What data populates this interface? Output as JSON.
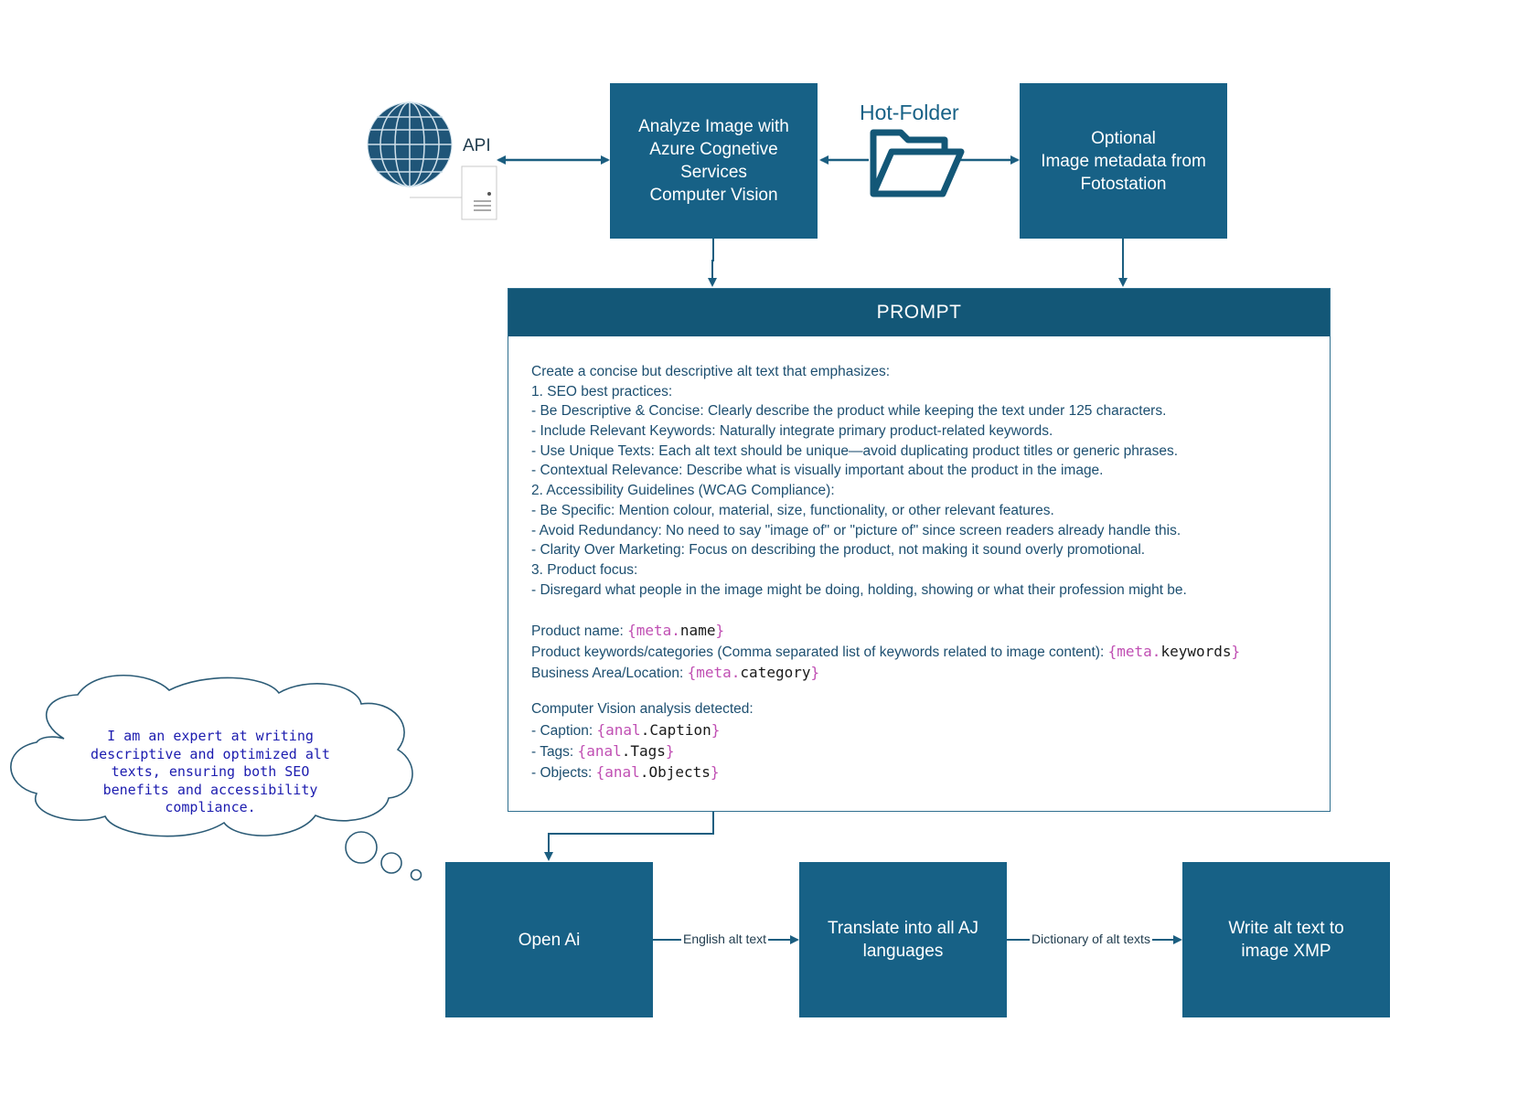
{
  "nodes": {
    "api_label": "API",
    "analyze": [
      "Analyze Image with",
      "Azure Cognetive Services",
      "Computer Vision"
    ],
    "hot_folder": "Hot-Folder",
    "optional": [
      "Optional",
      "Image metadata from",
      "Fotostation"
    ],
    "open_ai": [
      "Open Ai"
    ],
    "translate": [
      "Translate into all AJ",
      "languages"
    ],
    "write_xmp": [
      "Write alt text to",
      "image XMP"
    ]
  },
  "edges": {
    "english_alt_text": "English alt text",
    "dictionary_alt_texts": "Dictionary of alt texts"
  },
  "prompt": {
    "title": "PROMPT",
    "lines": [
      "Create a concise but descriptive alt text that emphasizes:",
      "1. SEO best practices:",
      "- Be Descriptive & Concise: Clearly describe the product while keeping the text under 125 characters.",
      "- Include Relevant Keywords: Naturally integrate primary product-related keywords.",
      "- Use Unique Texts: Each alt text should be unique—avoid duplicating product titles or generic phrases.",
      "- Contextual Relevance: Describe what is visually important about the product in the image.",
      "2. Accessibility Guidelines (WCAG Compliance):",
      "- Be Specific: Mention colour, material, size, functionality, or other relevant features.",
      "- Avoid Redundancy: No need to say \"image of\" or \"picture of\" since screen readers already handle this.",
      "- Clarity Over Marketing: Focus on describing the product, not making it sound overly promotional.",
      "3. Product focus:",
      "- Disregard what people in the image might be doing, holding, showing or what their profession might be."
    ],
    "meta_fields": [
      {
        "label": "Product name: ",
        "obj": "meta",
        "key": "name"
      },
      {
        "label": "Product keywords/categories (Comma separated list of keywords related to image content): ",
        "obj": "meta",
        "key": "keywords"
      },
      {
        "label": "Business Area/Location: ",
        "obj": "meta",
        "key": "category"
      }
    ],
    "vision_intro": "Computer Vision analysis detected:",
    "vision_fields": [
      {
        "label": "- Caption: ",
        "obj": "anal",
        "key": "Caption"
      },
      {
        "label": "- Tags: ",
        "obj": "anal",
        "key": "Tags"
      },
      {
        "label": "- Objects: ",
        "obj": "anal",
        "key": "Objects"
      }
    ]
  },
  "thought_bubble": {
    "lines": [
      "I am an expert at writing",
      "descriptive and optimized alt",
      "texts, ensuring both SEO",
      "benefits and accessibility",
      "compliance."
    ]
  },
  "colors": {
    "box_fill": "#176186",
    "header_fill": "#135777",
    "connector": "#1b5e80",
    "placeholder": "#c04fb3",
    "thought_text": "#1c1caf"
  }
}
